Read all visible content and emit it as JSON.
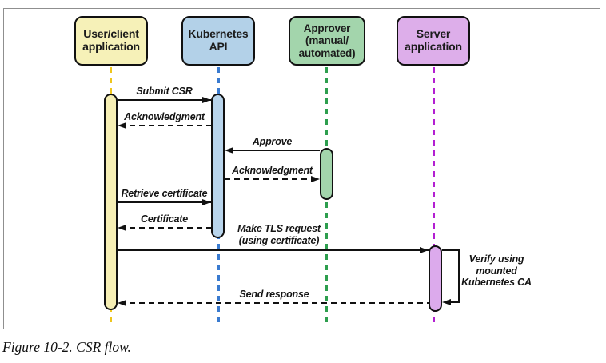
{
  "figure": {
    "caption": "Figure 10-2. CSR flow."
  },
  "diagram": {
    "type": "sequence-diagram",
    "actors": [
      {
        "id": "user",
        "label": "User/client\napplication",
        "fill": "#f6f1b8",
        "lifeline_color": "#eec51d"
      },
      {
        "id": "kubernetes-api",
        "label": "Kubernetes\nAPI",
        "fill": "#b3d1e8",
        "lifeline_color": "#3a7bd0"
      },
      {
        "id": "approver",
        "label": "Approver\n(manual/\nautomated)",
        "fill": "#a3d5ac",
        "lifeline_color": "#2d9e4e"
      },
      {
        "id": "server",
        "label": "Server\napplication",
        "fill": "#ddaeea",
        "lifeline_color": "#b31fd2"
      }
    ],
    "messages": [
      {
        "from": "user",
        "to": "kubernetes-api",
        "label": "Submit CSR",
        "style": "solid"
      },
      {
        "from": "kubernetes-api",
        "to": "user",
        "label": "Acknowledgment",
        "style": "dashed"
      },
      {
        "from": "approver",
        "to": "kubernetes-api",
        "label": "Approve",
        "style": "solid"
      },
      {
        "from": "kubernetes-api",
        "to": "approver",
        "label": "Acknowledgment",
        "style": "dashed"
      },
      {
        "from": "user",
        "to": "kubernetes-api",
        "label": "Retrieve certificate",
        "style": "solid"
      },
      {
        "from": "kubernetes-api",
        "to": "user",
        "label": "Certificate",
        "style": "dashed"
      },
      {
        "from": "user",
        "to": "server",
        "label": "Make TLS request\n(using certificate)",
        "style": "solid"
      },
      {
        "from": "server",
        "to": "server",
        "label": "Verify using\nmounted\nKubernetes CA",
        "style": "self-loop"
      },
      {
        "from": "server",
        "to": "user",
        "label": "Send response",
        "style": "dashed"
      }
    ],
    "line_color": "#111111",
    "frame_border_color": "#8f8f8f"
  }
}
